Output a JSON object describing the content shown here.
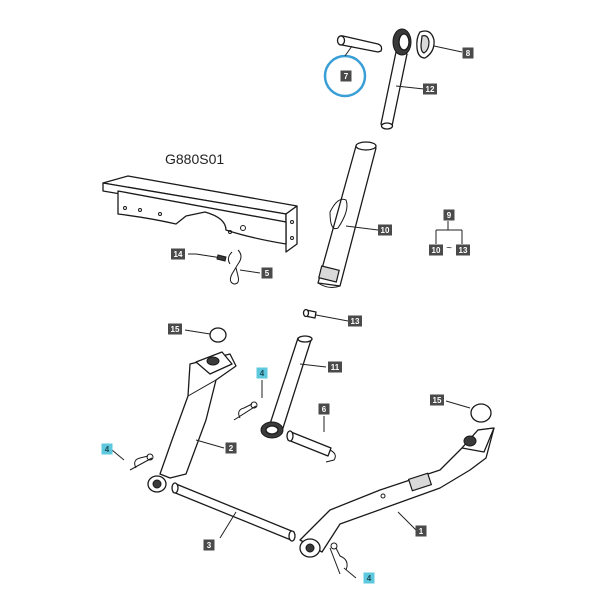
{
  "diagram": {
    "title": "G880S01",
    "colors": {
      "callout_dark": "#4a4a4a",
      "callout_highlight": "#5ec8de",
      "highlight_ring": "#3a9fd6"
    },
    "callouts": [
      {
        "id": "c7",
        "label": "7",
        "style": "dark",
        "circled": true
      },
      {
        "id": "c8",
        "label": "8",
        "style": "dark"
      },
      {
        "id": "c12",
        "label": "12",
        "style": "dark"
      },
      {
        "id": "c10",
        "label": "10",
        "style": "dark"
      },
      {
        "id": "c9",
        "label": "9",
        "style": "dark"
      },
      {
        "id": "c10b",
        "label": "10",
        "style": "dark"
      },
      {
        "id": "c13b",
        "label": "13",
        "style": "dark"
      },
      {
        "id": "c14",
        "label": "14",
        "style": "dark"
      },
      {
        "id": "c5",
        "label": "5",
        "style": "dark"
      },
      {
        "id": "c13",
        "label": "13",
        "style": "dark"
      },
      {
        "id": "c15a",
        "label": "15",
        "style": "dark"
      },
      {
        "id": "c11",
        "label": "11",
        "style": "dark"
      },
      {
        "id": "c4a",
        "label": "4",
        "style": "highlight"
      },
      {
        "id": "c6",
        "label": "6",
        "style": "dark"
      },
      {
        "id": "c15b",
        "label": "15",
        "style": "dark"
      },
      {
        "id": "c4b",
        "label": "4",
        "style": "highlight"
      },
      {
        "id": "c2",
        "label": "2",
        "style": "dark"
      },
      {
        "id": "c1",
        "label": "1",
        "style": "dark"
      },
      {
        "id": "c3",
        "label": "3",
        "style": "dark"
      },
      {
        "id": "c4c",
        "label": "4",
        "style": "highlight"
      }
    ],
    "range_separator": "~"
  }
}
